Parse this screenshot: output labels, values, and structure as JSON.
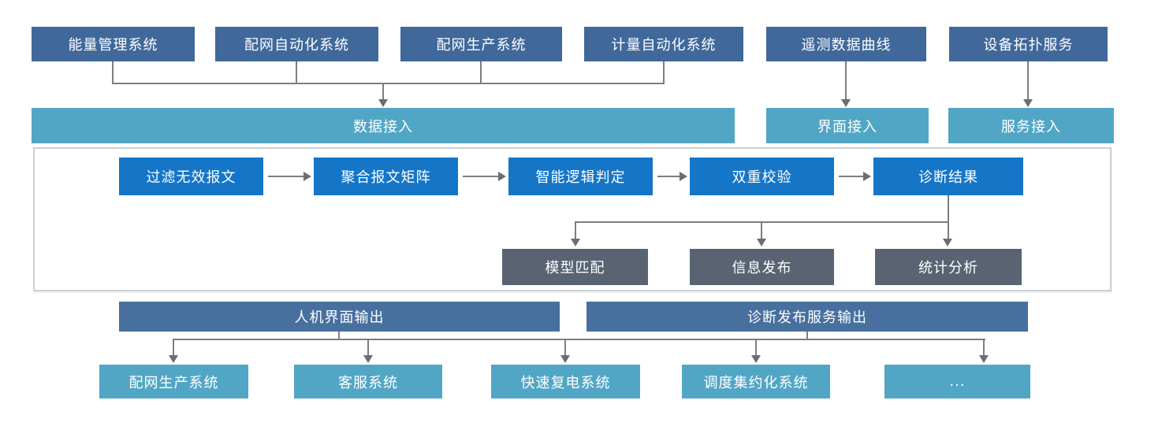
{
  "sources": [
    "能量管理系统",
    "配网自动化系统",
    "配网生产系统",
    "计量自动化系统",
    "遥测数据曲线",
    "设备拓扑服务"
  ],
  "access": [
    "数据接入",
    "界面接入",
    "服务接入"
  ],
  "steps": [
    "过滤无效报文",
    "聚合报文矩阵",
    "智能逻辑判定",
    "双重校验",
    "诊断结果"
  ],
  "results": [
    "模型匹配",
    "信息发布",
    "统计分析"
  ],
  "outputs": [
    "人机界面输出",
    "诊断发布服务输出"
  ],
  "targets": [
    "配网生产系统",
    "客服系统",
    "快速复电系统",
    "调度集约化系统",
    "..."
  ],
  "colors": {
    "source_box": "#40689b",
    "access_bar": "#52a6c5",
    "step_box": "#1576c8",
    "result_box": "#596372",
    "output_bar": "#47709e",
    "target_box": "#52a6c5",
    "connector": "#7e7e7e",
    "container_border": "#cbd0d5",
    "text": "#ffffff"
  }
}
